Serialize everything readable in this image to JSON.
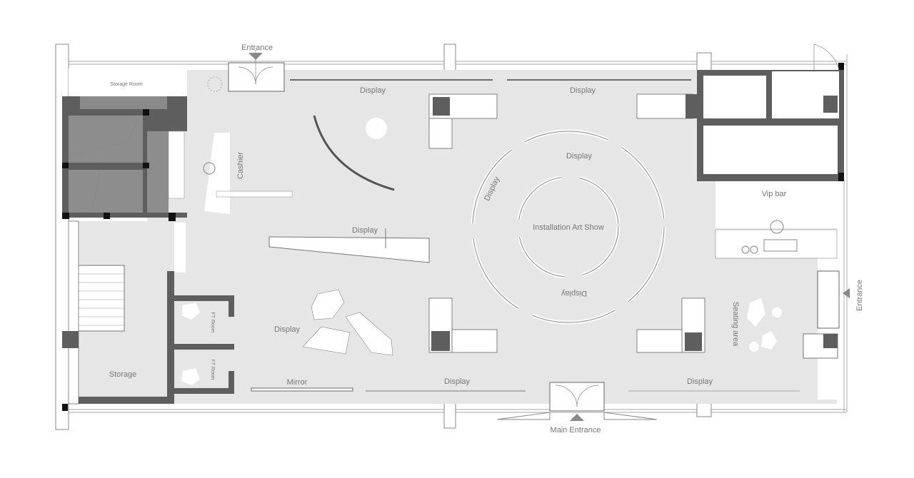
{
  "plan": {
    "labels": {
      "entrance_top": "Entrance",
      "storage_room": "Storage Room",
      "display_top_left": "Display",
      "display_top_right": "Display",
      "cashier": "Cashier",
      "display_center_left": "Display",
      "display_ring_top": "Display",
      "display_ring_left": "Display",
      "installation": "Installation Art Show",
      "display_ring_bottom": "Display",
      "vip_bar": "Vip bar",
      "entrance_right": "Entrance",
      "seating_area": "Seating area",
      "display_lower_left": "Display",
      "ft_room_1": "FT Room",
      "ft_room_2": "FT Room",
      "storage": "Storage",
      "mirror": "Mirror",
      "display_bottom_center": "Display",
      "display_bottom_right": "Display",
      "main_entrance": "Main Entrance"
    },
    "colors": {
      "floor": "#e6e6e6",
      "wall": "#5e5e5e",
      "column": "#111111"
    }
  }
}
